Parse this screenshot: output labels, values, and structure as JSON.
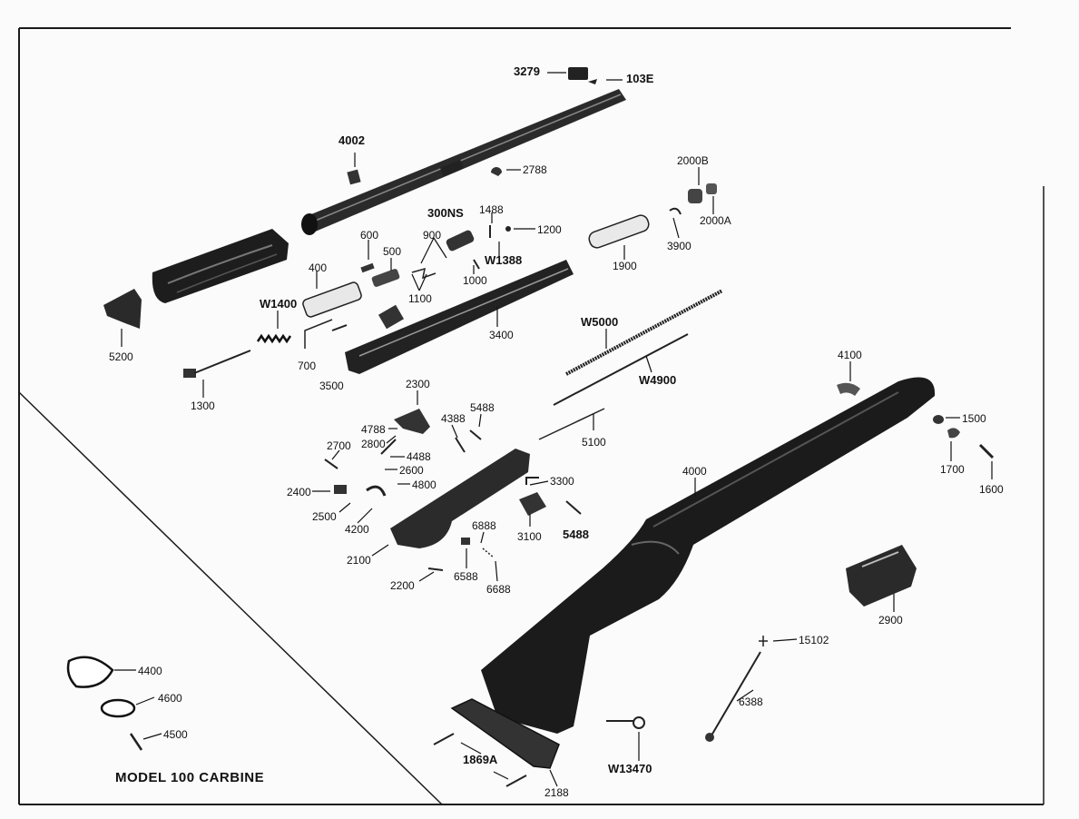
{
  "diagram": {
    "title": "MODEL 100 CARBINE",
    "parts": [
      {
        "id": "p3279",
        "label": "3279",
        "bold": true
      },
      {
        "id": "p103e",
        "label": "103E",
        "bold": true
      },
      {
        "id": "p4002",
        "label": "4002",
        "bold": true
      },
      {
        "id": "p2788",
        "label": "2788"
      },
      {
        "id": "p2000b",
        "label": "2000B"
      },
      {
        "id": "p2000a",
        "label": "2000A"
      },
      {
        "id": "p300ns",
        "label": "300NS",
        "bold": true
      },
      {
        "id": "p1488",
        "label": "1488"
      },
      {
        "id": "p1200",
        "label": "1200"
      },
      {
        "id": "pw1388",
        "label": "W1388",
        "bold": true
      },
      {
        "id": "p900",
        "label": "900"
      },
      {
        "id": "p600",
        "label": "600"
      },
      {
        "id": "p500",
        "label": "500"
      },
      {
        "id": "p1000",
        "label": "1000"
      },
      {
        "id": "p1100",
        "label": "1100"
      },
      {
        "id": "p3900",
        "label": "3900"
      },
      {
        "id": "p1900",
        "label": "1900"
      },
      {
        "id": "p400",
        "label": "400"
      },
      {
        "id": "pw1400",
        "label": "W1400",
        "bold": true
      },
      {
        "id": "p5200",
        "label": "5200"
      },
      {
        "id": "p700",
        "label": "700"
      },
      {
        "id": "p3400",
        "label": "3400"
      },
      {
        "id": "p3500",
        "label": "3500"
      },
      {
        "id": "p1300",
        "label": "1300"
      },
      {
        "id": "pw5000",
        "label": "W5000",
        "bold": true
      },
      {
        "id": "pw4900",
        "label": "W4900",
        "bold": true
      },
      {
        "id": "p4100",
        "label": "4100"
      },
      {
        "id": "p2300",
        "label": "2300"
      },
      {
        "id": "p4388",
        "label": "4388"
      },
      {
        "id": "p5488a",
        "label": "5488"
      },
      {
        "id": "p4788",
        "label": "4788"
      },
      {
        "id": "p2800",
        "label": "2800"
      },
      {
        "id": "p2700",
        "label": "2700"
      },
      {
        "id": "p4488",
        "label": "4488"
      },
      {
        "id": "p2600",
        "label": "2600"
      },
      {
        "id": "p4800",
        "label": "4800"
      },
      {
        "id": "p2400",
        "label": "2400"
      },
      {
        "id": "p2500",
        "label": "2500"
      },
      {
        "id": "p4200",
        "label": "4200"
      },
      {
        "id": "p5100",
        "label": "5100"
      },
      {
        "id": "p1500",
        "label": "1500"
      },
      {
        "id": "p1700",
        "label": "1700"
      },
      {
        "id": "p1600",
        "label": "1600"
      },
      {
        "id": "p4000",
        "label": "4000"
      },
      {
        "id": "p3300",
        "label": "3300"
      },
      {
        "id": "p3100",
        "label": "3100"
      },
      {
        "id": "p5488b",
        "label": "5488",
        "bold": true
      },
      {
        "id": "p6888",
        "label": "6888"
      },
      {
        "id": "p6588",
        "label": "6588"
      },
      {
        "id": "p6688",
        "label": "6688"
      },
      {
        "id": "p2100",
        "label": "2100"
      },
      {
        "id": "p2200",
        "label": "2200"
      },
      {
        "id": "p2900",
        "label": "2900"
      },
      {
        "id": "p15102",
        "label": "15102"
      },
      {
        "id": "p6388",
        "label": "6388"
      },
      {
        "id": "p4400",
        "label": "4400"
      },
      {
        "id": "p4600",
        "label": "4600"
      },
      {
        "id": "p4500",
        "label": "4500"
      },
      {
        "id": "p1869a",
        "label": "1869A",
        "bold": true
      },
      {
        "id": "p2188",
        "label": "2188"
      },
      {
        "id": "pw13470",
        "label": "W13470",
        "bold": true
      }
    ]
  }
}
